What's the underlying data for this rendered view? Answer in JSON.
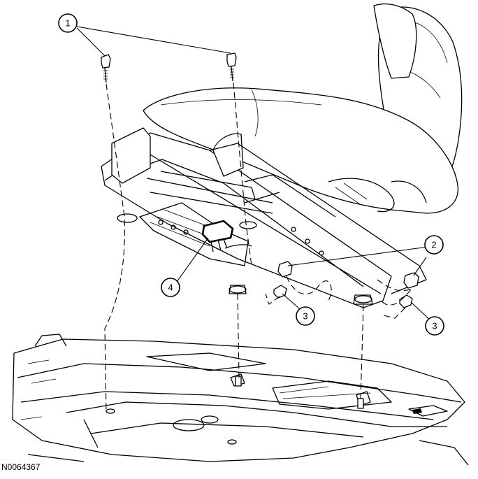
{
  "figure": {
    "id": "N0064367",
    "callouts": [
      {
        "key": "c1",
        "label": "1"
      },
      {
        "key": "c2",
        "label": "2"
      },
      {
        "key": "c3a",
        "label": "3"
      },
      {
        "key": "c3b",
        "label": "3"
      },
      {
        "key": "c4",
        "label": "4"
      }
    ]
  }
}
